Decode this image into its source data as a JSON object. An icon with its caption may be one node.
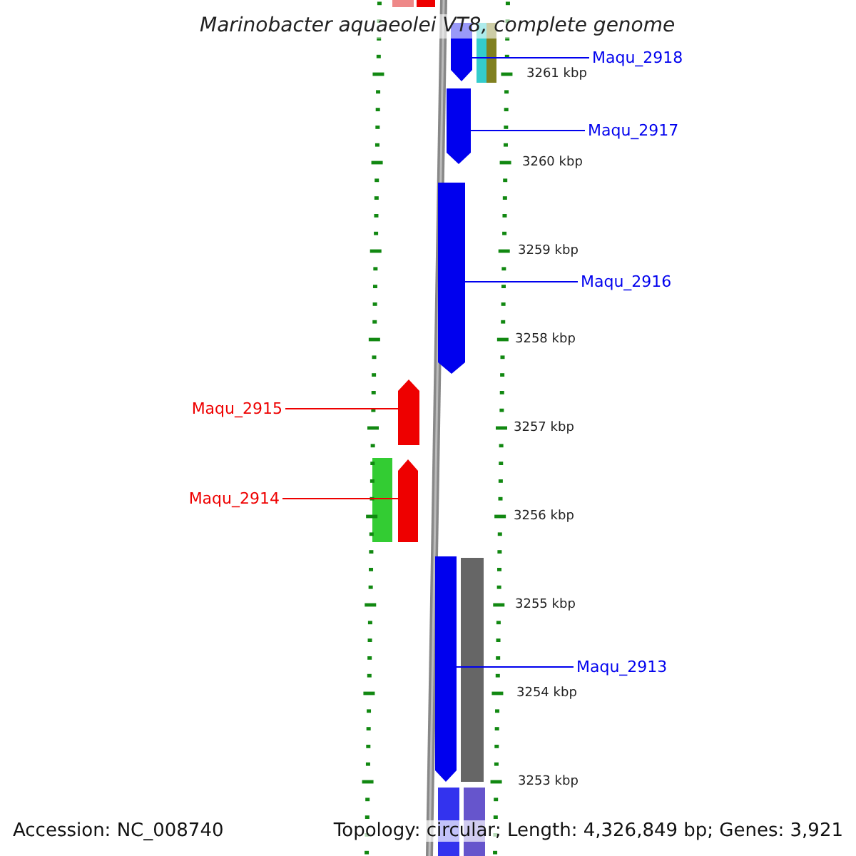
{
  "diagram": {
    "title": "Marinobacter aquaeolei VT8, complete genome",
    "nodes": [
      {
        "text": [
          "Maqu_2918"
        ]
      },
      {
        "text": [],
        "shape": "bar"
      },
      {
        "text": [
          "Maqu_2917"
        ]
      },
      {
        "text": [],
        "shape": "bar"
      },
      {
        "text": [
          "Maqu_2916"
        ]
      },
      {
        "text": [],
        "shape": "bar"
      },
      {
        "text": [
          "Maqu_2915"
        ]
      },
      {
        "text": [],
        "shape": "bar"
      },
      {
        "text": [
          "Maqu_2914"
        ]
      },
      {
        "text": [],
        "shape": "bar"
      },
      {
        "text": [
          "Maqu_2913"
        ]
      },
      {
        "text": [],
        "shape": "bar"
      }
    ],
    "edges": [
      {
        "from": 0,
        "to": 1,
        "arrow": "none"
      },
      {
        "from": 2,
        "to": 3,
        "arrow": "none"
      },
      {
        "from": 4,
        "to": 5,
        "arrow": "none"
      },
      {
        "from": 6,
        "to": 7,
        "arrow": "none",
        "color": "#ee0000"
      },
      {
        "from": 8,
        "to": 9,
        "arrow": "none",
        "color": "#ee0000"
      },
      {
        "from": 10,
        "to": 11,
        "arrow": "none"
      }
    ],
    "labels": [
      "3261 kbp",
      "3260 kbp",
      "3259 kbp",
      "3258 kbp",
      "3257 kbp",
      "3256 kbp",
      "3255 kbp",
      "3254 kbp",
      "3253 kbp",
      "Accession: NC_008740",
      "Topology: circular; Length: 4,326,849 bp; Genes: 3,921"
    ]
  }
}
